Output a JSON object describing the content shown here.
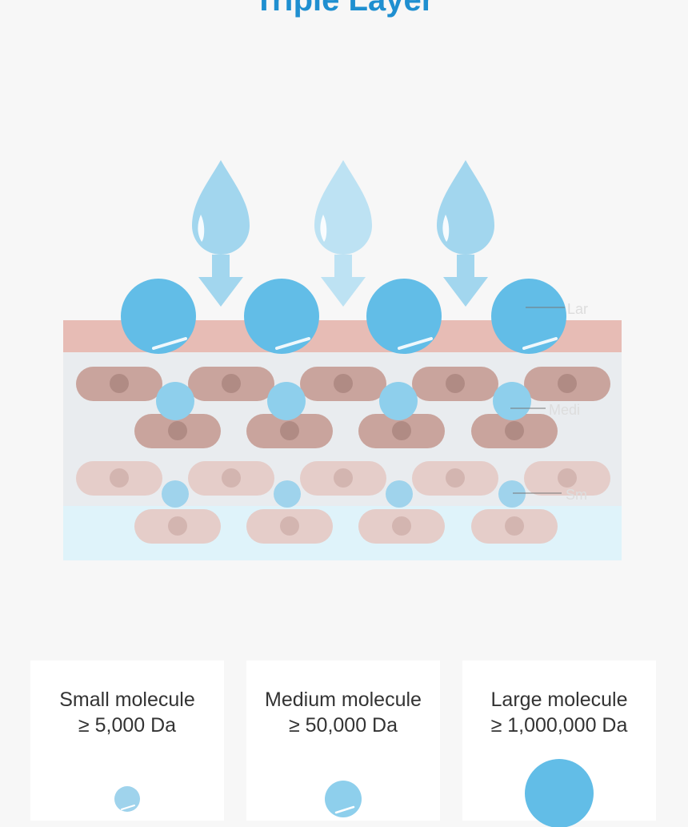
{
  "title": "Triple Layer",
  "diagram": {
    "layer_labels": {
      "large": "Lar",
      "medium": "Medi",
      "small": "Sm"
    }
  },
  "cards": [
    {
      "name": "Small molecule",
      "weight": "≥ 5,000 Da"
    },
    {
      "name": "Medium molecule",
      "weight": "≥ 50,000 Da"
    },
    {
      "name": "Large molecule",
      "weight": "≥ 1,000,000 Da"
    }
  ],
  "colors": {
    "title": "#1f8fd0",
    "large_molecule": "#62bde7",
    "medium_molecule": "#8ecfec",
    "small_molecule": "#9fd3ec",
    "top_skin_layer": "#e7bcb5",
    "dermis_cell_dark": "#c9a49d",
    "dermis_cell_light": "#e5cdc9",
    "bottom_layer": "#dff3fa",
    "drop_arrow": "#a2d6ee"
  }
}
